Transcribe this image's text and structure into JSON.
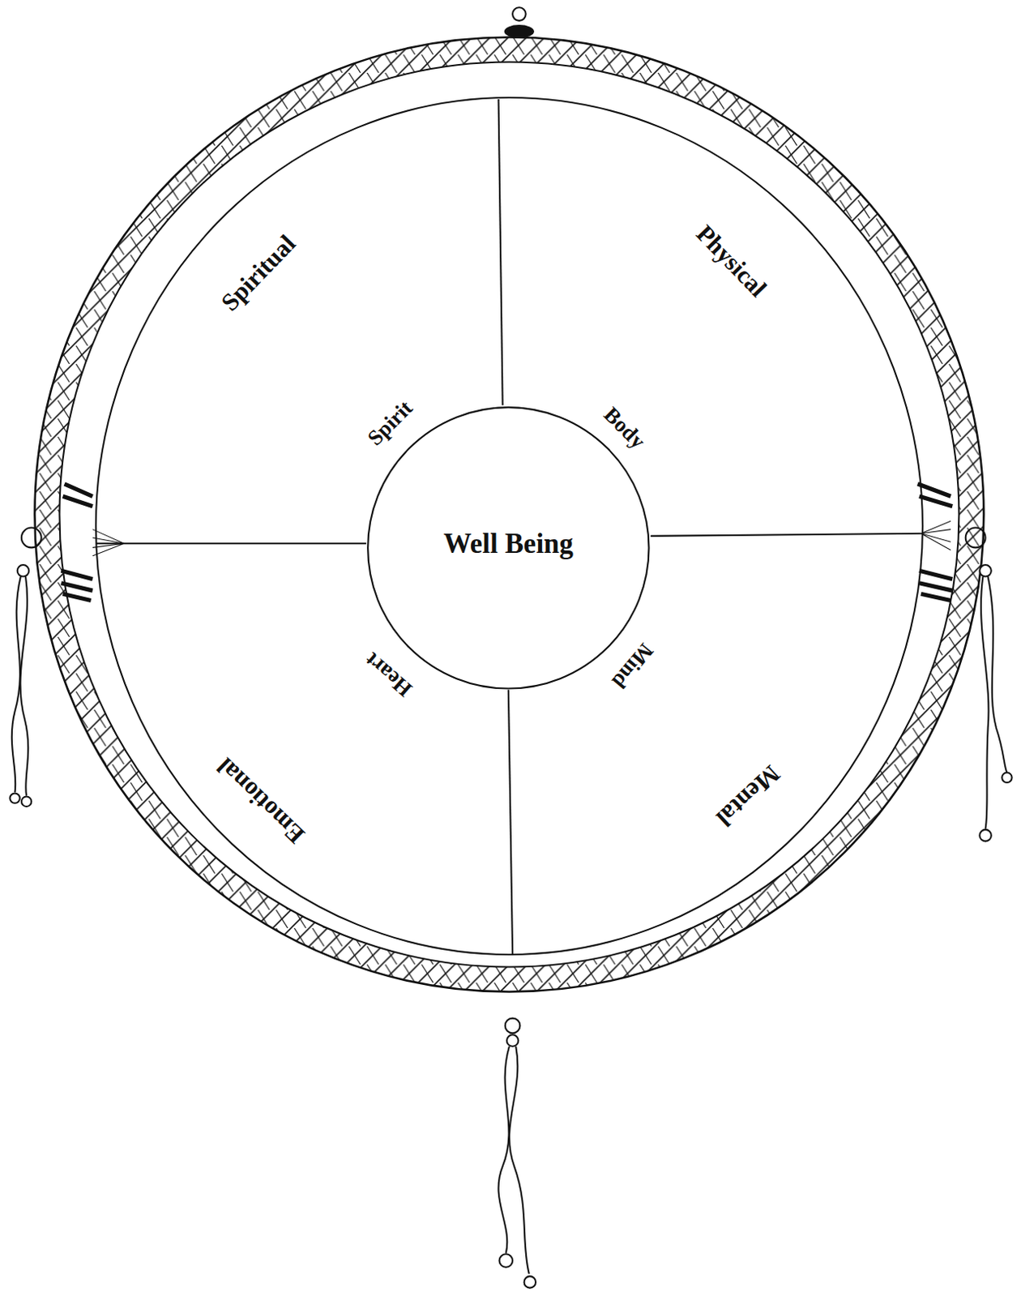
{
  "diagram": {
    "nodes": [
      {
        "text": [
          "Spiritual",
          "Spirit"
        ]
      },
      {
        "text": [
          "Physical",
          "Body"
        ]
      },
      {
        "text": [
          "Well Being"
        ]
      },
      {
        "text": [
          "Emotional",
          "Heart"
        ]
      },
      {
        "text": [
          "Mental",
          "Mind"
        ]
      }
    ]
  }
}
